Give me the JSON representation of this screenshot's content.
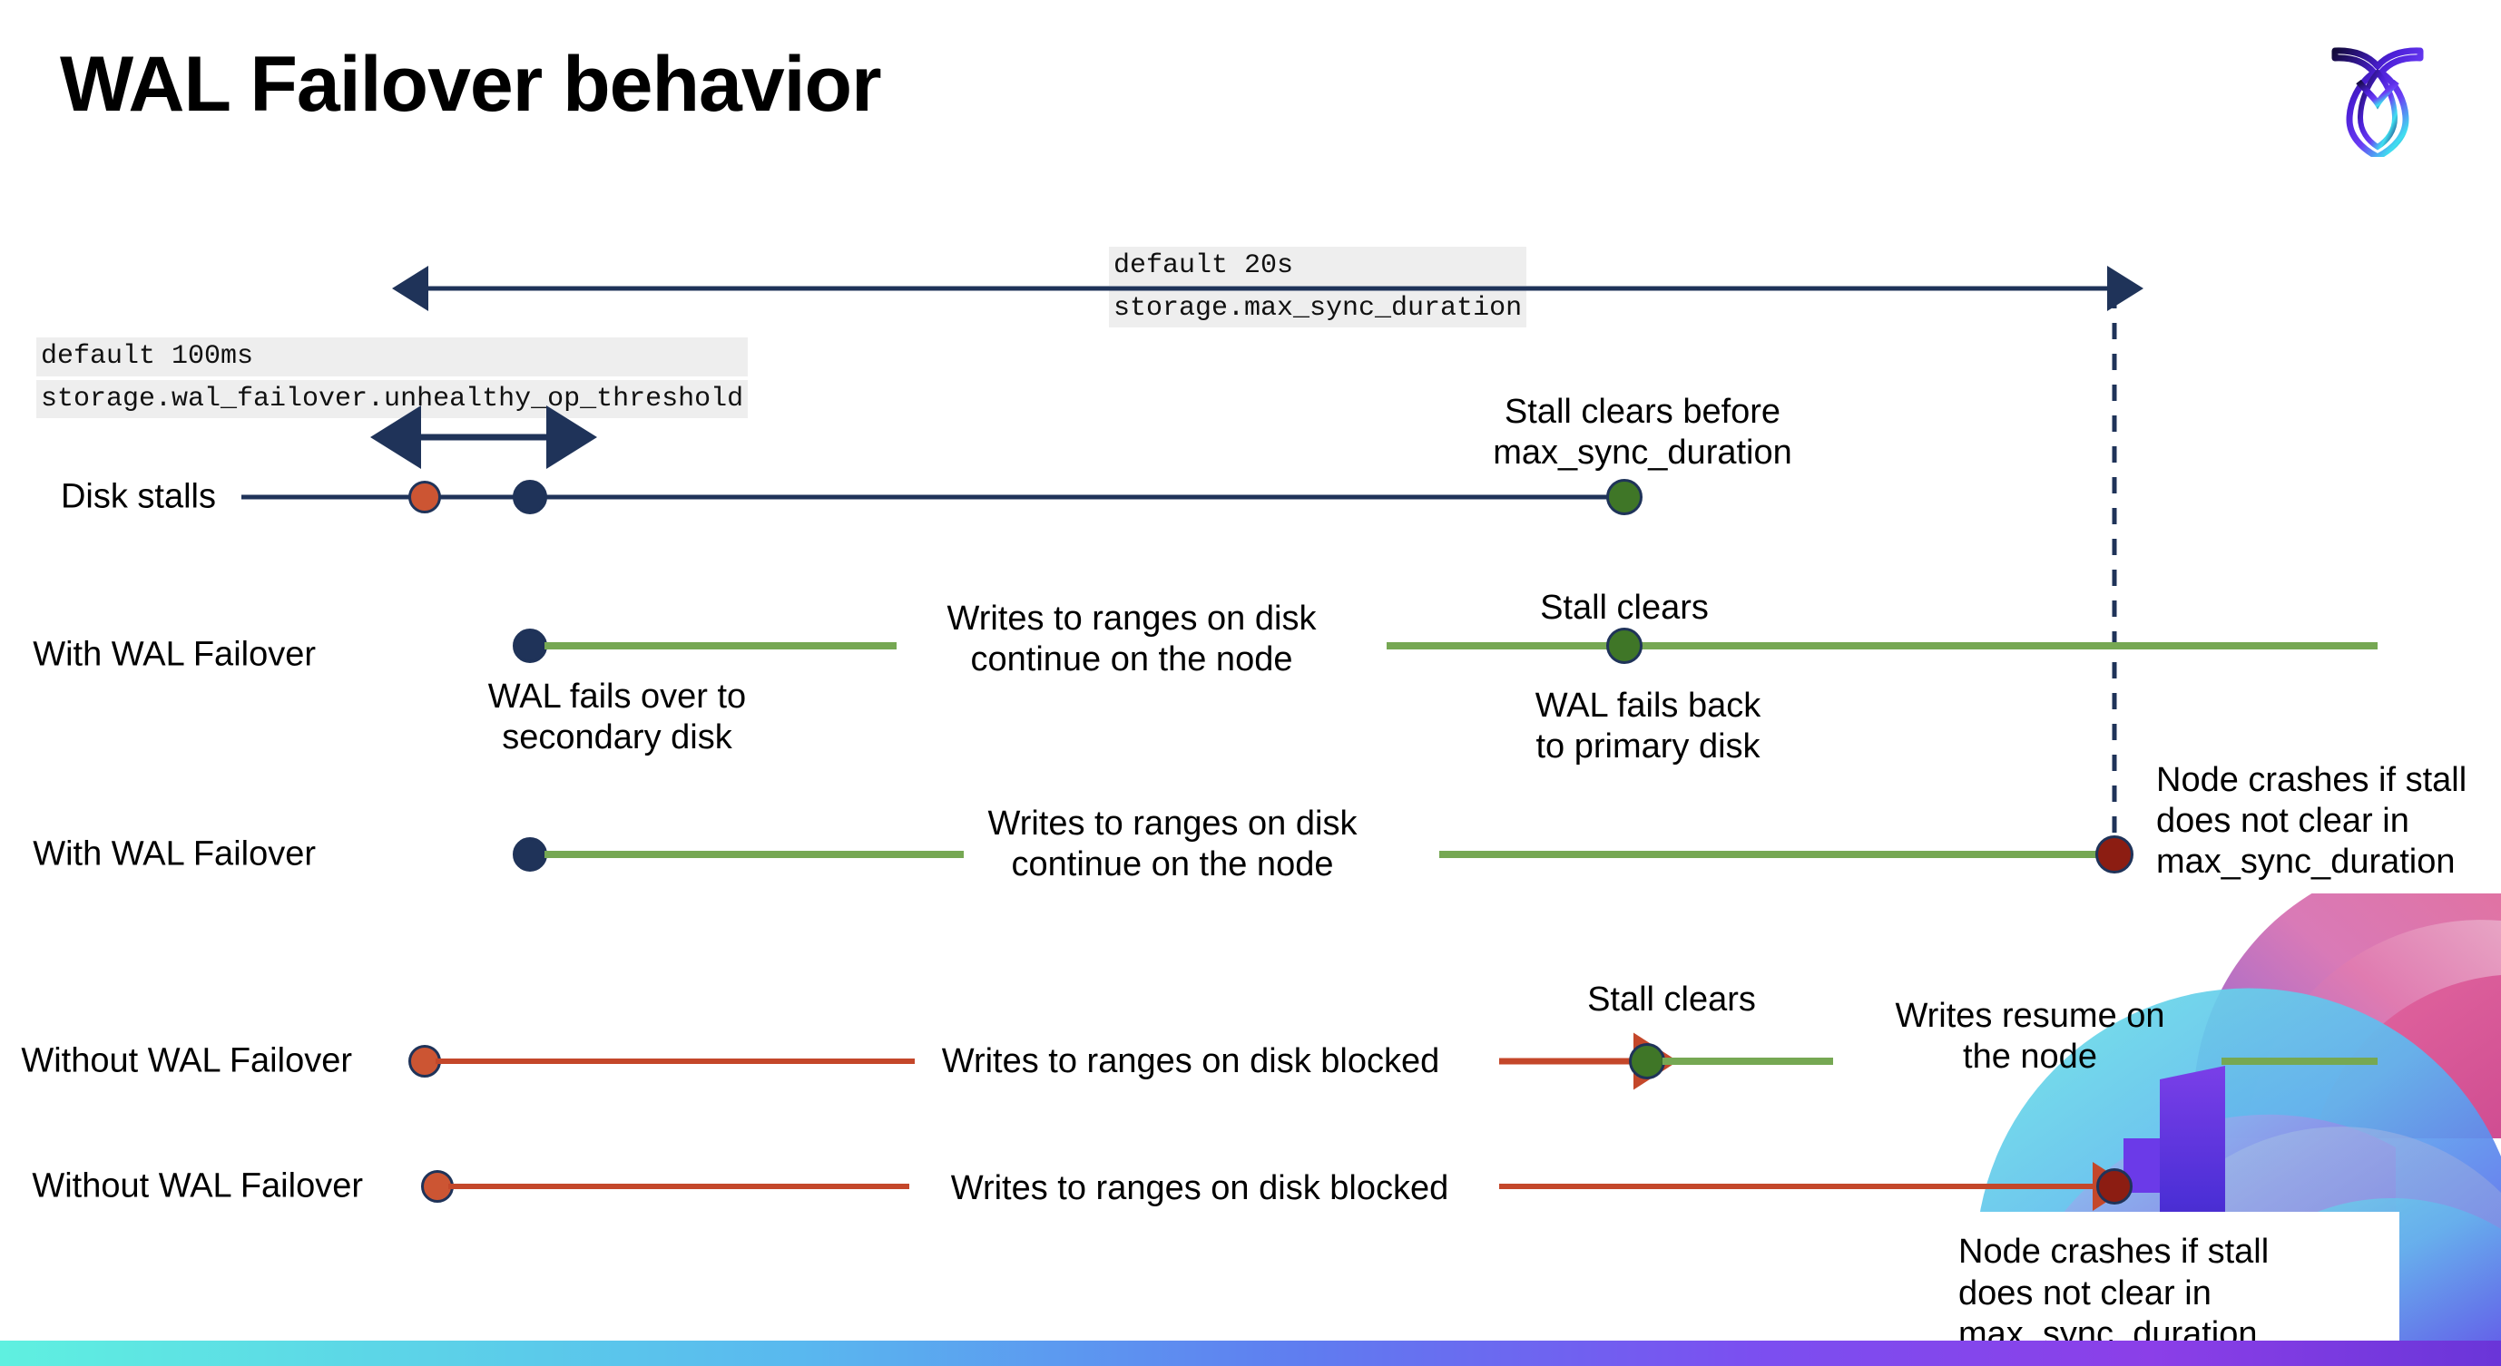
{
  "slide": {
    "title": "WAL Failover behavior",
    "logo_name": "cockroachdb-logo"
  },
  "settings": {
    "max_sync_duration": {
      "default": "default 20s",
      "name": "storage.max_sync_duration"
    },
    "unhealthy_op_threshold": {
      "default": "default 100ms",
      "name": "storage.wal_failover.unhealthy_op_threshold"
    }
  },
  "lanes": [
    {
      "id": "disk-stalls",
      "label": "Disk stalls"
    },
    {
      "id": "with-wal-failover-1",
      "label": "With WAL Failover"
    },
    {
      "id": "with-wal-failover-2",
      "label": "With WAL Failover"
    },
    {
      "id": "without-wal-failover-1",
      "label": "Without WAL Failover"
    },
    {
      "id": "without-wal-failover-2",
      "label": "Without WAL Failover"
    }
  ],
  "notes": {
    "stall_clears_before": "Stall clears before\nmax_sync_duration",
    "stall_clears_1": "Stall clears",
    "stall_clears_2": "Stall clears",
    "wal_fails_over": "WAL fails over to\nsecondary disk",
    "wal_fails_back": "WAL fails  back\nto primary disk",
    "writes_continue_1": "Writes to ranges on disk\ncontinue on the node",
    "writes_continue_2": "Writes to ranges on disk\ncontinue on the node",
    "writes_blocked_1": "Writes to ranges on disk  blocked",
    "writes_blocked_2": "Writes to ranges on disk  blocked",
    "writes_resume": "Writes resume on\nthe node",
    "node_crashes_1": "Node crashes if stall\ndoes not clear in\nmax_sync_duration",
    "node_crashes_2": "Node crashes if stall\ndoes not clear in\nmax_sync_duration"
  },
  "colors": {
    "navy": "#1f3359",
    "green_line": "#76a853",
    "green_dot": "#3f7627",
    "orange": "#c4472a",
    "orange_dot": "#cc5533",
    "dark_red": "#8c1d12",
    "code_bg": "#eeeeee"
  }
}
